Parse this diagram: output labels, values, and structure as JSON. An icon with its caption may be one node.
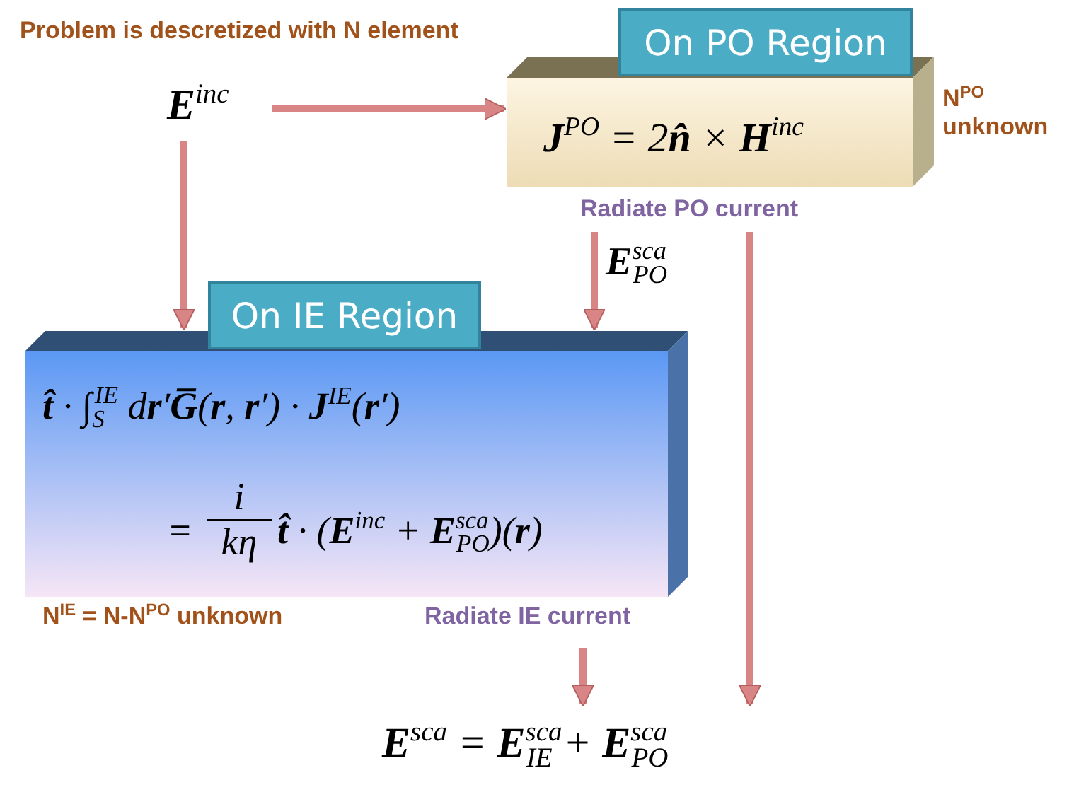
{
  "diagram": {
    "nodes": [
      {
        "text": [
          "**E**$^{inc}$"
        ]
      },
      {
        "text": [
          "On PO Region",
          "**J**$^{PO}$ = 2**n̂** × **H**$^{inc}$"
        ],
        "beside": [
          "N$^{PO}$ unknown",
          "Radiate PO current"
        ]
      },
      {
        "text": [
          "On IE Region",
          "**t̂** · ∫$_{S}$$^{IE}$ d**r**′**G̅**(**r**, **r**′) · **J**$^{IE}$(**r**′)",
          "=",
          "i",
          "kη",
          "**t̂** · (**E**$^{inc}$ + **E**$^{sca}$$_{PO}$)(**r**)"
        ],
        "beside": [
          "N$^{IE}$ = N-N$^{PO}$ unknown",
          "Radiate IE current"
        ]
      },
      {
        "text": [
          "**E**$^{sca}$ = **E**$^{sca}$$_{IE}$ + **E**$^{sca}$$_{PO}$"
        ]
      }
    ],
    "edges": [
      {
        "from": 0,
        "to": 1,
        "arrow": "to"
      },
      {
        "from": 0,
        "to": 2,
        "arrow": "to"
      },
      {
        "from": 1,
        "to": 2,
        "arrow": "to",
        "label": "**E**$^{sca}$$_{PO}$"
      },
      {
        "from": 2,
        "to": 3,
        "arrow": "to"
      },
      {
        "from": 1,
        "to": 3,
        "arrow": "to"
      }
    ],
    "labels": [
      "Problem is descretized with N element"
    ]
  }
}
